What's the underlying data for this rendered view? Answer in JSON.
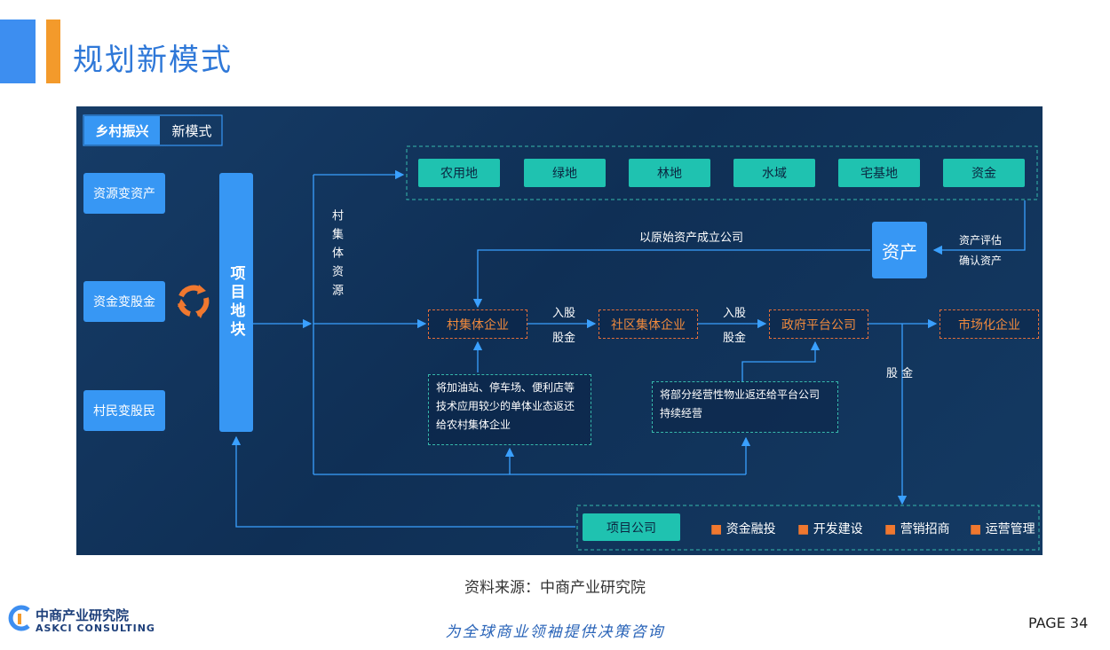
{
  "header": {
    "title": "规划新模式"
  },
  "diagram": {
    "tabs": {
      "active": "乡村振兴",
      "inactive": "新模式"
    },
    "left_items": [
      "资源变资产",
      "资金变股金",
      "村民变股民"
    ],
    "project_block": "项目地块",
    "resource_vertical": "村集体资源",
    "resources": [
      "农用地",
      "绿地",
      "林地",
      "水域",
      "宅基地",
      "资金"
    ],
    "asset_box": "资产",
    "asset_notes": {
      "line1": "资产评估",
      "line2": "确认资产"
    },
    "establish_label": "以原始资产成立公司",
    "chain": [
      "村集体企业",
      "社区集体企业",
      "政府平台公司",
      "市场化企业"
    ],
    "arrow_labels": {
      "in_share": "入股",
      "share_fund": "股金"
    },
    "share_fund_vertical": "股 金",
    "note_left": {
      "l1": "将加油站、停车场、便利店等",
      "l2": "技术应用较少的单体业态返还",
      "l3": "给农村集体企业"
    },
    "note_right": {
      "l1": "将部分经营性物业返还给平台公司",
      "l2": "持续经营"
    },
    "project_company": "项目公司",
    "company_functions": [
      "资金融投",
      "开发建设",
      "营销招商",
      "运营管理"
    ]
  },
  "footer": {
    "source": "资料来源：中商产业研究院",
    "logo_cn": "中商产业研究院",
    "logo_en": "ASKCI CONSULTING",
    "slogan": "为全球商业领袖提供决策咨询",
    "page": "PAGE  34"
  },
  "colors": {
    "accent_blue": "#3d8ef0",
    "accent_orange": "#f39a2b",
    "teal": "#1fc2b0",
    "panel": "#163c67",
    "chain_orange": "#e36f3a"
  }
}
